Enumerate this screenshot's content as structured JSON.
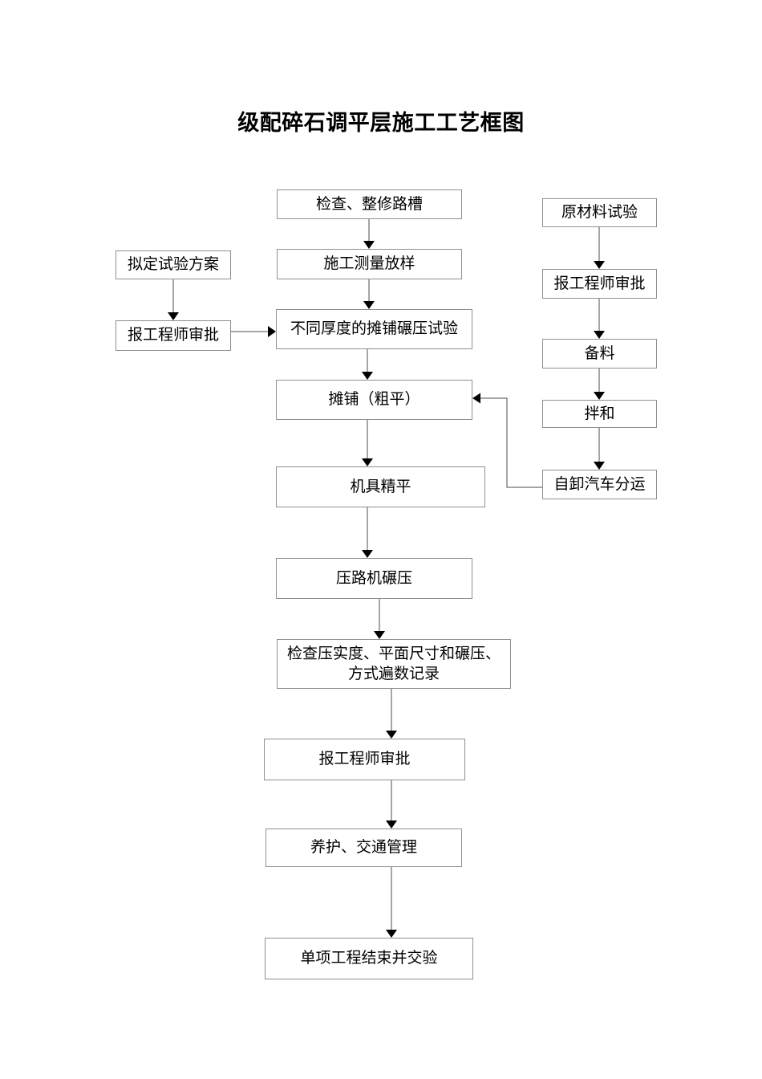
{
  "title": "级配碎石调平层施工工艺框图",
  "nodes": {
    "check_repair": "检查、整修路槽",
    "survey_layout": "施工测量放样",
    "thickness_test": "不同厚度的摊铺碾压试验",
    "paving_rough": "摊铺（粗平）",
    "machine_fine_level": "机具精平",
    "roller_compaction": "压路机碾压",
    "inspection_record_line1": "检查压实度、平面尺寸和碾压、",
    "inspection_record_line2": "方式遍数记录",
    "engineer_approval_mid": "报工程师审批",
    "maintenance_traffic": "养护、交通管理",
    "project_completion": "单项工程结束并交验",
    "draft_test_plan": "拟定试验方案",
    "engineer_approval_left": "报工程师审批",
    "raw_material_test": "原材料试验",
    "engineer_approval_right": "报工程师审批",
    "material_preparation": "备料",
    "mixing": "拌和",
    "dump_truck_transport": "自卸汽车分运"
  },
  "edges": [
    {
      "from": "check_repair",
      "to": "survey_layout"
    },
    {
      "from": "survey_layout",
      "to": "thickness_test"
    },
    {
      "from": "thickness_test",
      "to": "paving_rough"
    },
    {
      "from": "paving_rough",
      "to": "machine_fine_level"
    },
    {
      "from": "machine_fine_level",
      "to": "roller_compaction"
    },
    {
      "from": "roller_compaction",
      "to": "inspection_record"
    },
    {
      "from": "inspection_record",
      "to": "engineer_approval_mid"
    },
    {
      "from": "engineer_approval_mid",
      "to": "maintenance_traffic"
    },
    {
      "from": "maintenance_traffic",
      "to": "project_completion"
    },
    {
      "from": "draft_test_plan",
      "to": "engineer_approval_left"
    },
    {
      "from": "engineer_approval_left",
      "to": "thickness_test"
    },
    {
      "from": "raw_material_test",
      "to": "engineer_approval_right"
    },
    {
      "from": "engineer_approval_right",
      "to": "material_preparation"
    },
    {
      "from": "material_preparation",
      "to": "mixing"
    },
    {
      "from": "mixing",
      "to": "dump_truck_transport"
    },
    {
      "from": "dump_truck_transport",
      "to": "paving_rough"
    }
  ]
}
